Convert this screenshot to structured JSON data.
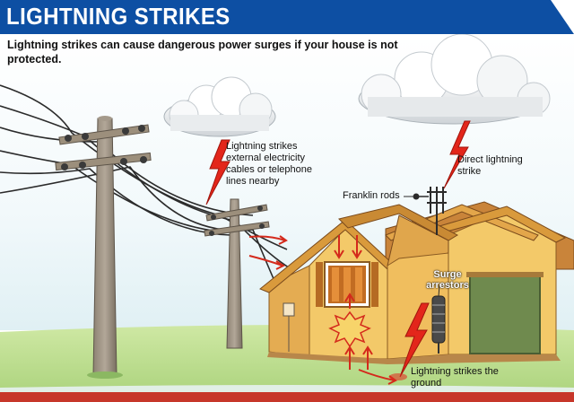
{
  "header": {
    "title": "LIGHTNING STRIKES"
  },
  "intro": {
    "text": "Lightning strikes can cause dangerous power surges if your house is not protected."
  },
  "labels": {
    "cables": "Lightning strikes external electricity cables or telephone lines nearby",
    "direct": "Direct lightning strike",
    "franklin": "Franklin rods",
    "surge": "Surge arrestors",
    "ground": "Lightning strikes the ground"
  },
  "colors": {
    "header_bg": "#0d4fa3",
    "sky_top": "#ffffff",
    "sky_bottom": "#e8f4f8",
    "grass": "#b9dd8a",
    "house_wall": "#f3c969",
    "roof": "#d99a3c",
    "bolt": "#e3261b",
    "arrow": "#d42a1c"
  },
  "icons": [
    "cloud-icon",
    "lightning-bolt-icon",
    "utility-pole-icon",
    "house-icon",
    "franklin-rod-icon",
    "surge-arrestor-icon"
  ]
}
